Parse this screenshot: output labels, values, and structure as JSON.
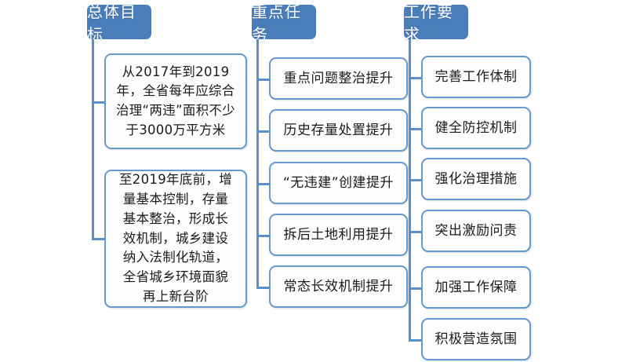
{
  "diagram": {
    "title_color": "#4A7EBB",
    "border_color": "#6699CC",
    "connector_color": "#5B8FC9",
    "box_fill": "#FDFDFE",
    "columns": [
      {
        "header": "总体目标",
        "items": [
          "从2017年到2019年，全省每年应综合治理“两违”面积不少于3000万平方米",
          "至2019年底前，增量基本控制，存量基本整治，形成长效机制，城乡建设纳入法制化轨道，全省城乡环境面貌再上新台阶"
        ]
      },
      {
        "header": "重点任务",
        "items": [
          "重点问题整治提升",
          "历史存量处置提升",
          "“无违建”创建提升",
          "拆后土地利用提升",
          "常态长效机制提升"
        ]
      },
      {
        "header": "工作要求",
        "items": [
          "完善工作体制",
          "健全防控机制",
          "强化治理措施",
          "突出激励问责",
          "加强工作保障",
          "积极营造氛围"
        ]
      }
    ]
  }
}
